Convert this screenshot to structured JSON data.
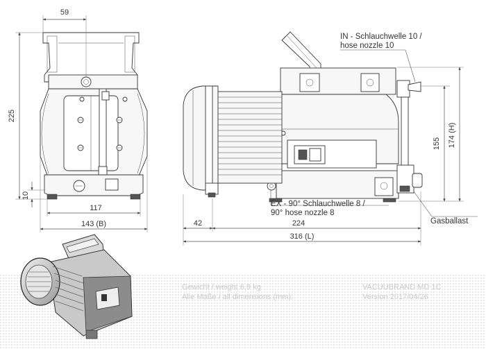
{
  "dimensions": {
    "front_top_width": "59",
    "front_height": "225",
    "front_foot_height": "10",
    "front_base_width": "117",
    "front_total_width": "143 (B)",
    "side_offset": "42",
    "side_length": "224",
    "side_total_length": "316 (L)",
    "side_inlet_height": "155",
    "side_total_height": "174 (H)"
  },
  "callouts": {
    "inlet_line1": "IN - Schlauchwelle 10 /",
    "inlet_line2": "hose nozzle 10",
    "exhaust_line1": "EX - 90° Schlauchwelle 8 /",
    "exhaust_line2": "90° hose nozzle 8",
    "gasballast": "Gasballast"
  },
  "footer": {
    "weight": "Gewicht / weight 6,9 kg",
    "units": "Alle Maße / all dimensions (mm):",
    "model": "VACUUBRAND MD 1C",
    "version": "Version 2017/04/26"
  }
}
